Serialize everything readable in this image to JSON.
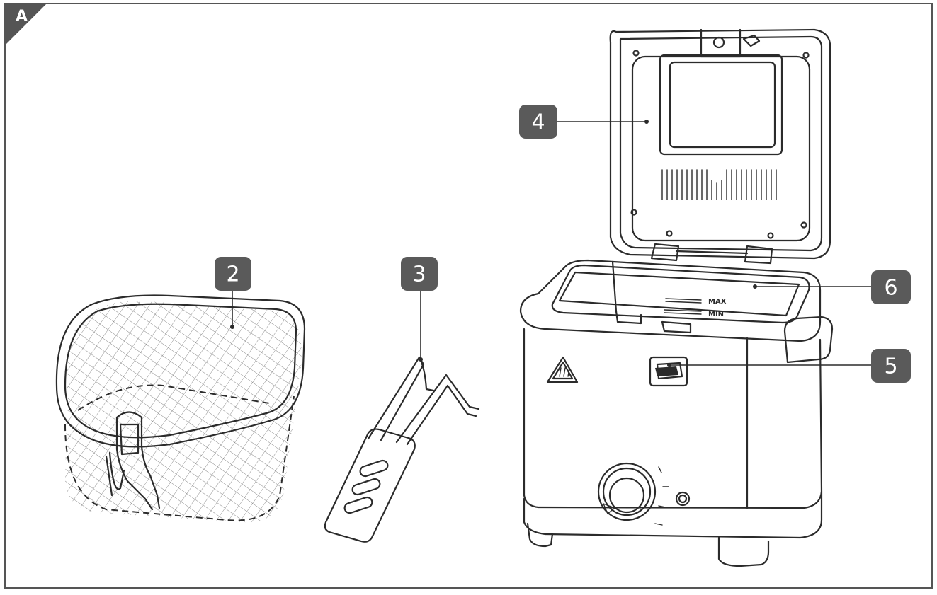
{
  "corner_label": "A",
  "callouts": [
    "2",
    "3",
    "4",
    "5",
    "6"
  ],
  "markings": {
    "max": "MAX",
    "min": "MIN"
  },
  "colors": {
    "badge": "#5a5a5a",
    "line": "#2b2b2b",
    "frame": "#555555"
  }
}
